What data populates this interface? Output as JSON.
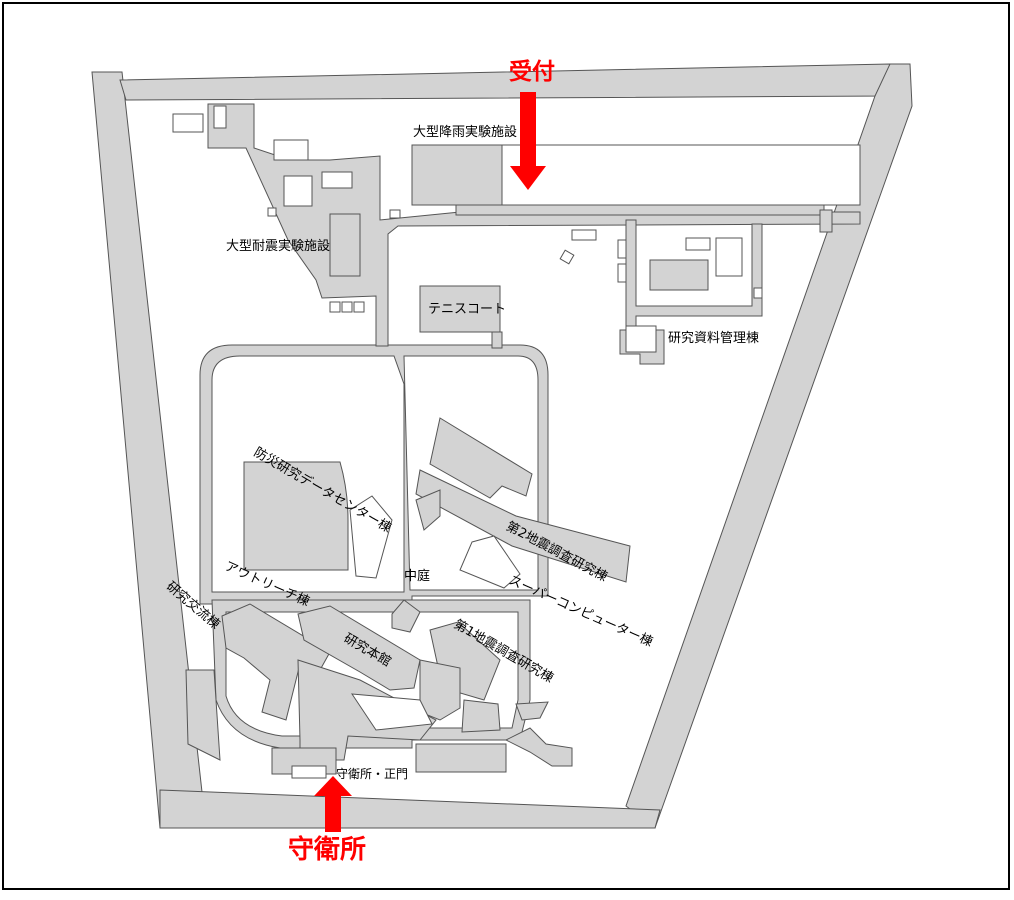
{
  "map": {
    "colors": {
      "road": "#d3d3d3",
      "building": "#d3d3d3",
      "outline": "#555555",
      "accent": "#ff0000"
    },
    "markers": {
      "reception": "受付",
      "guardhouse": "守衛所"
    },
    "labels": {
      "large_rainfall": "大型降雨実験施設",
      "large_seismic": "大型耐震実験施設",
      "tennis": "テニスコート",
      "archives": "研究資料管理棟",
      "disaster_data": "防災研究データセンター棟",
      "seismo2": "第2地震調査研究棟",
      "courtyard": "中庭",
      "outreach": "アウトリーチ棟",
      "supercomputer": "スーパーコンピューター棟",
      "exchange": "研究交流棟",
      "main": "研究本館",
      "seismo1": "第1地震調査研究棟",
      "gate": "守衛所・正門"
    }
  }
}
